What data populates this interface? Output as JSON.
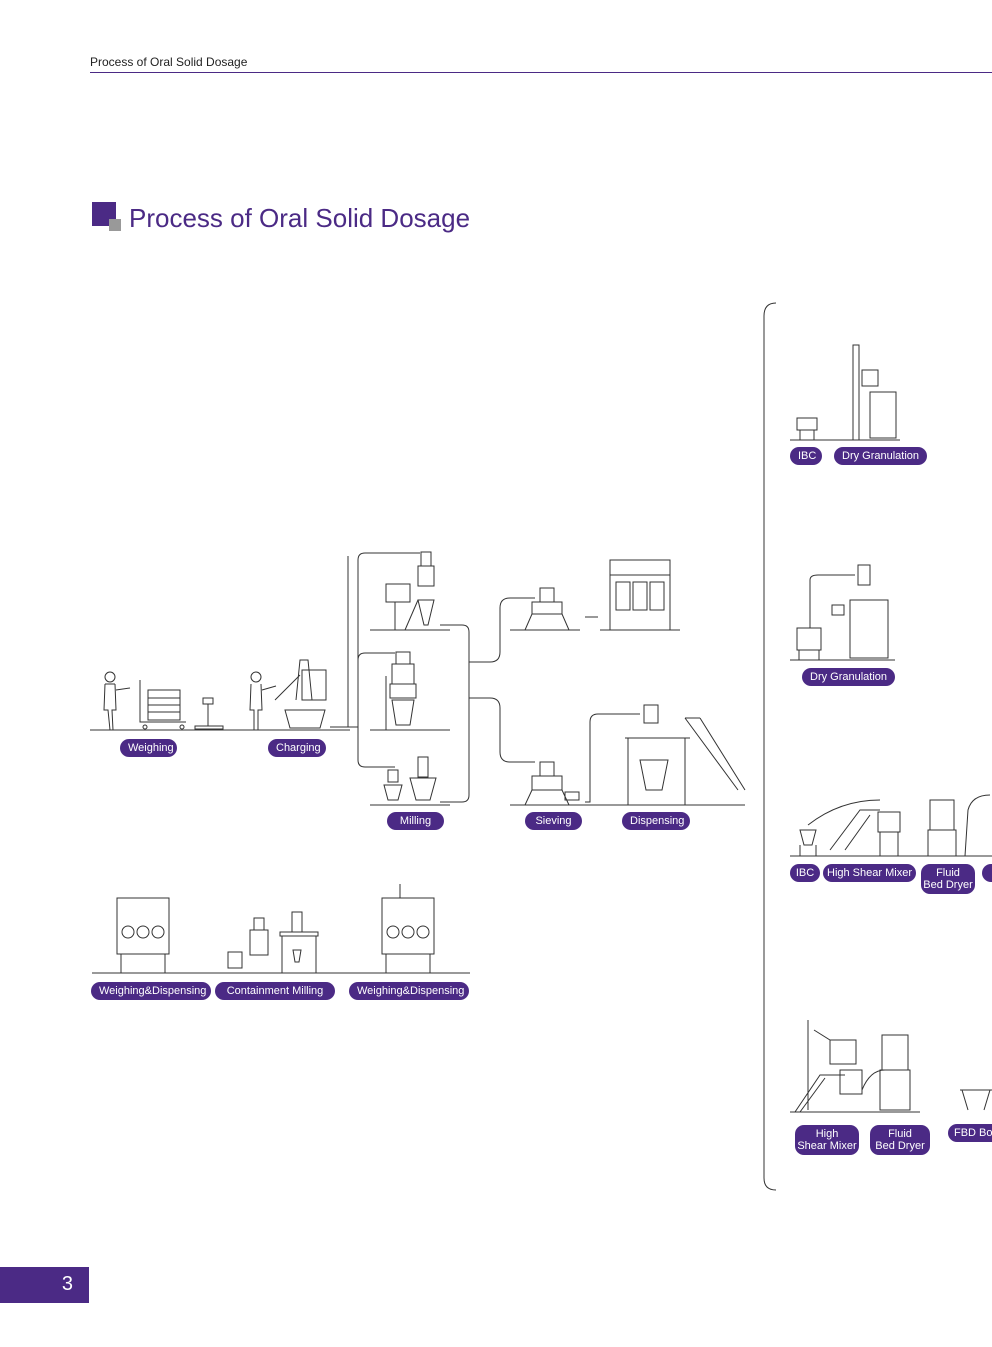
{
  "header": {
    "running_title": "Process of Oral Solid Dosage"
  },
  "title": {
    "text": "Process of Oral Solid Dosage"
  },
  "labels": {
    "weighing": "Weighing",
    "charging": "Charging",
    "milling": "Milling",
    "sieving": "Sieving",
    "dispensing": "Dispensing",
    "weighing_dispensing_1": "Weighing&Dispensing",
    "containment_milling": "Containment Milling",
    "weighing_dispensing_2": "Weighing&Dispensing",
    "ibc_1": "IBC",
    "dry_granulation_1": "Dry Granulation",
    "dry_granulation_2": "Dry Granulation",
    "ibc_2": "IBC",
    "high_shear_mixer_1": "High Shear Mixer",
    "fluid_bed_dryer_1_l1": "Fluid",
    "fluid_bed_dryer_1_l2": "Bed Dryer",
    "high_shear_mixer_2_l1": "High",
    "high_shear_mixer_2_l2": "Shear Mixer",
    "fluid_bed_dryer_2_l1": "Fluid",
    "fluid_bed_dryer_2_l2": "Bed Dryer",
    "fbd_bowl": "FBD Bowl"
  },
  "footer": {
    "page_number": "3"
  },
  "colors": {
    "accent": "#4b2a85",
    "secondary": "#999999"
  }
}
